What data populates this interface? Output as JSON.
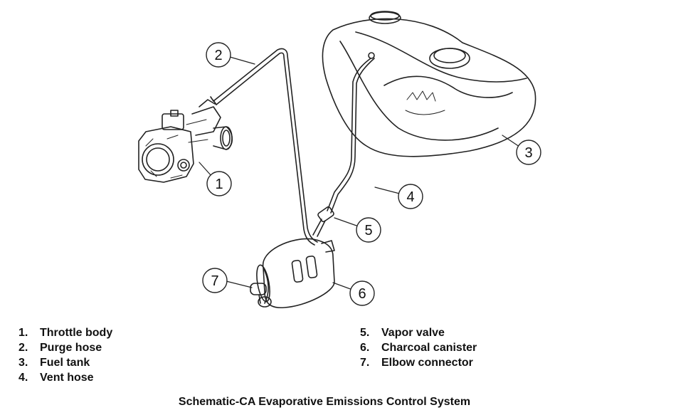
{
  "callouts": [
    "1",
    "2",
    "3",
    "4",
    "5",
    "6",
    "7"
  ],
  "legend": {
    "left": [
      {
        "num": "1.",
        "label": "Throttle body"
      },
      {
        "num": "2.",
        "label": "Purge hose"
      },
      {
        "num": "3.",
        "label": "Fuel tank"
      },
      {
        "num": "4.",
        "label": "Vent hose"
      }
    ],
    "right": [
      {
        "num": "5.",
        "label": "Vapor valve"
      },
      {
        "num": "6.",
        "label": "Charcoal canister"
      },
      {
        "num": "7.",
        "label": "Elbow connector"
      }
    ]
  },
  "caption": "Schematic-CA Evaporative Emissions Control System",
  "colors": {
    "line": "#222222",
    "background": "#ffffff"
  }
}
